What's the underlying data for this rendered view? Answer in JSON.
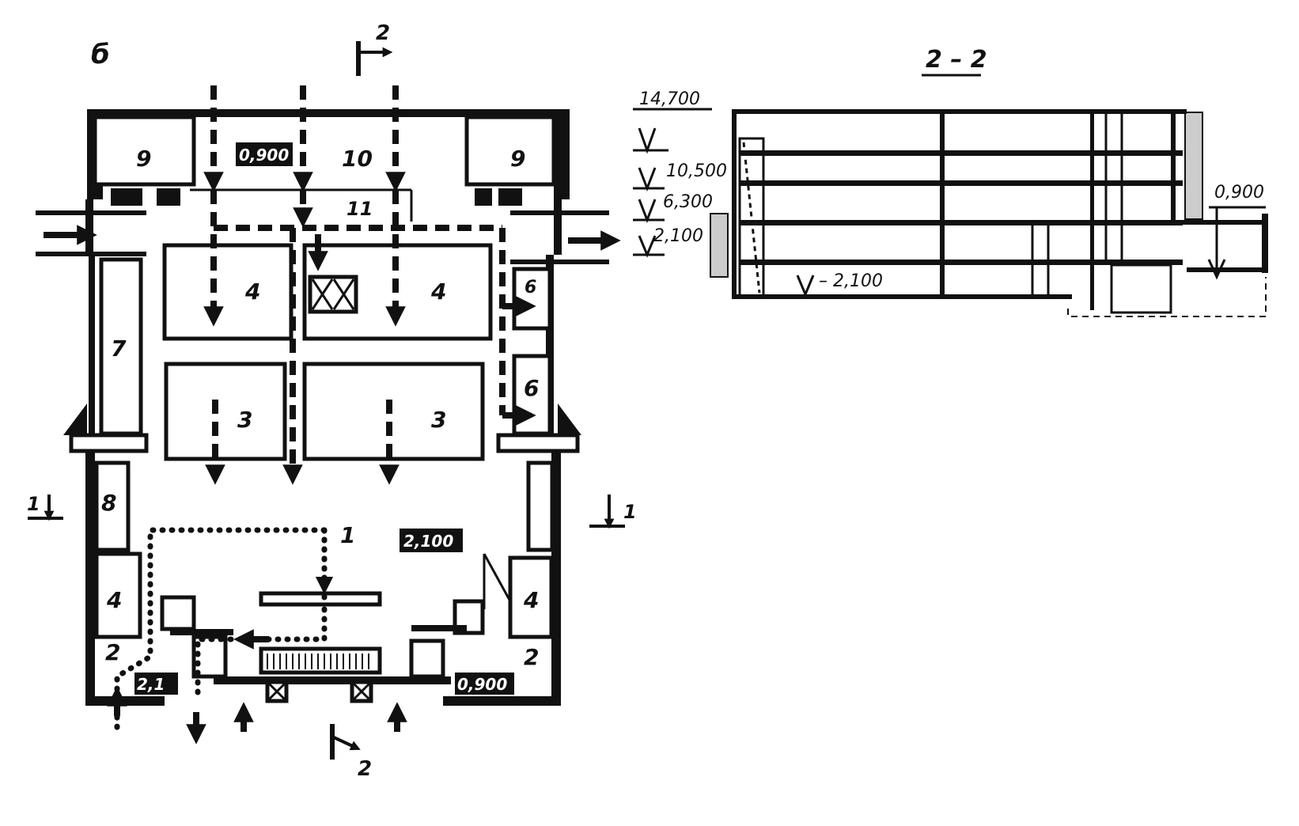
{
  "drawing": {
    "plan_label": "б",
    "section_title": "2 – 2",
    "section_marker_top": "2",
    "section_marker_bottom": "2",
    "section_marker_left": "1",
    "section_marker_right": "1"
  },
  "rooms": {
    "r1": "1",
    "r2_left": "2",
    "r2_right": "2",
    "r3_left": "3",
    "r3_right": "3",
    "r4_top_left": "4",
    "r4_top_right": "4",
    "r4_low_left": "4",
    "r4_low_right": "4",
    "r6_upper": "6",
    "r6_lower": "6",
    "r7": "7",
    "r8": "8",
    "r9_left": "9",
    "r9_right": "9",
    "r10": "10",
    "r11": "11"
  },
  "plan_elevations": {
    "upper_hall": "0,900",
    "main_hall": "2,100",
    "entrance_left": "2,1",
    "entrance_right": "0,900"
  },
  "section_elevations": {
    "e1": "14,700",
    "e2": "10,500",
    "e3": "6,300",
    "e4": "2,100",
    "e5": "– 2,100",
    "e6": "0,900"
  }
}
